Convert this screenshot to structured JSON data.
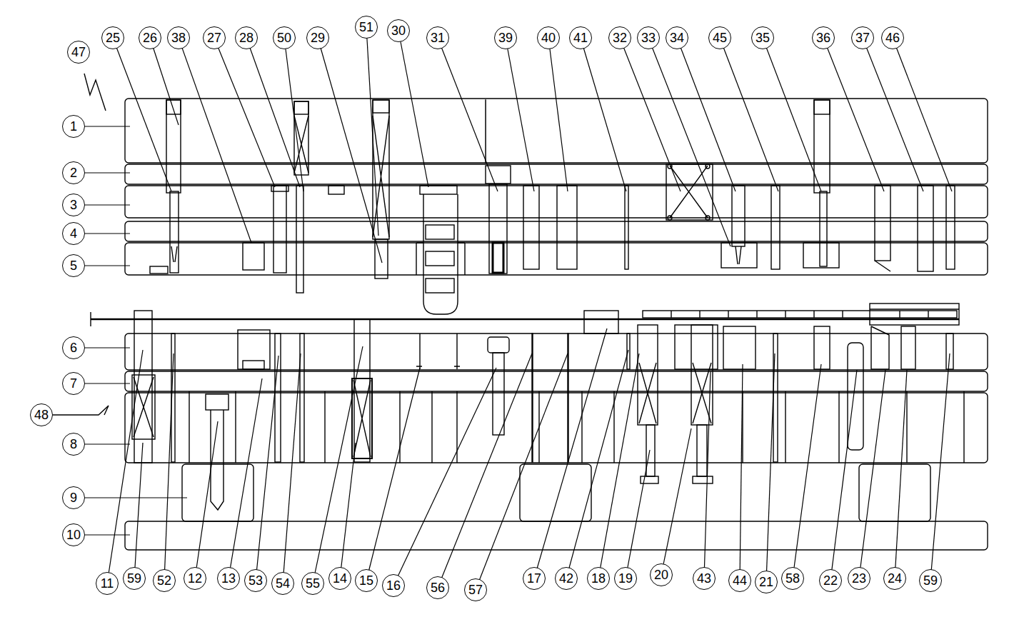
{
  "diagram": {
    "nodes": [
      {
        "text": [
          "47"
        ]
      },
      {
        "text": [
          "25"
        ]
      },
      {
        "text": [
          "26"
        ]
      },
      {
        "text": [
          "38"
        ]
      },
      {
        "text": [
          "27"
        ]
      },
      {
        "text": [
          "28"
        ]
      },
      {
        "text": [
          "50"
        ]
      },
      {
        "text": [
          "29"
        ]
      },
      {
        "text": [
          "51"
        ]
      },
      {
        "text": [
          "30"
        ]
      },
      {
        "text": [
          "31"
        ]
      },
      {
        "text": [
          "39"
        ]
      },
      {
        "text": [
          "40"
        ]
      },
      {
        "text": [
          "41"
        ]
      },
      {
        "text": [
          "32"
        ]
      },
      {
        "text": [
          "33"
        ]
      },
      {
        "text": [
          "34"
        ]
      },
      {
        "text": [
          "45"
        ]
      },
      {
        "text": [
          "35"
        ]
      },
      {
        "text": [
          "36"
        ]
      },
      {
        "text": [
          "37"
        ]
      },
      {
        "text": [
          "46"
        ]
      },
      {
        "text": [
          "1"
        ]
      },
      {
        "text": [
          "2"
        ]
      },
      {
        "text": [
          "3"
        ]
      },
      {
        "text": [
          "4"
        ]
      },
      {
        "text": [
          "5"
        ]
      },
      {
        "text": [
          "6"
        ]
      },
      {
        "text": [
          "7"
        ]
      },
      {
        "text": [
          "48"
        ]
      },
      {
        "text": [
          "8"
        ]
      },
      {
        "text": [
          "9"
        ]
      },
      {
        "text": [
          "10"
        ]
      },
      {
        "text": [
          "11"
        ]
      },
      {
        "text": [
          "59"
        ]
      },
      {
        "text": [
          "52"
        ]
      },
      {
        "text": [
          "12"
        ]
      },
      {
        "text": [
          "13"
        ]
      },
      {
        "text": [
          "53"
        ]
      },
      {
        "text": [
          "54"
        ]
      },
      {
        "text": [
          "55"
        ]
      },
      {
        "text": [
          "14"
        ]
      },
      {
        "text": [
          "15"
        ]
      },
      {
        "text": [
          "16"
        ]
      },
      {
        "text": [
          "56"
        ]
      },
      {
        "text": [
          "57"
        ]
      },
      {
        "text": [
          "17"
        ]
      },
      {
        "text": [
          "42"
        ]
      },
      {
        "text": [
          "18"
        ]
      },
      {
        "text": [
          "19"
        ]
      },
      {
        "text": [
          "20"
        ]
      },
      {
        "text": [
          "43"
        ]
      },
      {
        "text": [
          "44"
        ]
      },
      {
        "text": [
          "21"
        ]
      },
      {
        "text": [
          "58"
        ]
      },
      {
        "text": [
          "22"
        ]
      },
      {
        "text": [
          "23"
        ]
      },
      {
        "text": [
          "24"
        ]
      },
      {
        "text": [
          "59"
        ]
      }
    ]
  }
}
